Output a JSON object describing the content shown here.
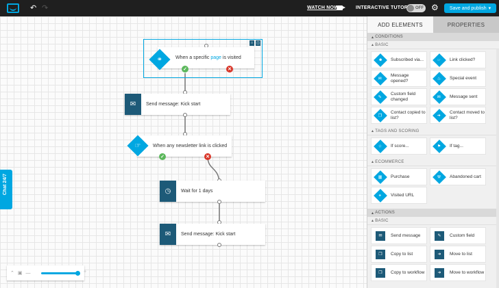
{
  "topbar": {
    "watch_now": "WATCH NOW",
    "interactive_tutorial": "INTERACTIVE TUTORIAL",
    "toggle_state": "OFF",
    "save_publish": "Save and publish",
    "accent": "#00a7e1"
  },
  "canvas": {
    "node1_prefix": "When a specific",
    "node1_link": "page",
    "node1_suffix": "is visited",
    "node2": "Send message: Kick start",
    "node3": "When any newsletter link is clicked",
    "node4": "Wait for 1 days",
    "node5": "Send message: Kick start",
    "chat": "Chat 24/7"
  },
  "panel": {
    "tab_add": "ADD ELEMENTS",
    "tab_properties": "PROPERTIES",
    "conditions": "CONDITIONS",
    "basic": "BASIC",
    "conditions_items": [
      {
        "label": "Subscribed via..."
      },
      {
        "label": "Link clicked?"
      },
      {
        "label": "Message opened?"
      },
      {
        "label": "Special event"
      },
      {
        "label": "Custom field changed"
      },
      {
        "label": "Message sent"
      },
      {
        "label": "Contact copied to list?"
      },
      {
        "label": "Contact moved to list?"
      }
    ],
    "tags_scoring": "TAGS AND SCORING",
    "tags_items": [
      {
        "label": "If score..."
      },
      {
        "label": "If tag..."
      }
    ],
    "ecommerce": "ECOMMERCE",
    "ecom_items": [
      {
        "label": "Purchase"
      },
      {
        "label": "Abandoned cart"
      },
      {
        "label": "Visited URL"
      }
    ],
    "actions": "ACTIONS",
    "actions_basic": "BASIC",
    "action_items": [
      {
        "label": "Send message"
      },
      {
        "label": "Custom field"
      },
      {
        "label": "Copy to list"
      },
      {
        "label": "Move to list"
      },
      {
        "label": "Copy to workflow"
      },
      {
        "label": "Move to workflow"
      }
    ]
  }
}
